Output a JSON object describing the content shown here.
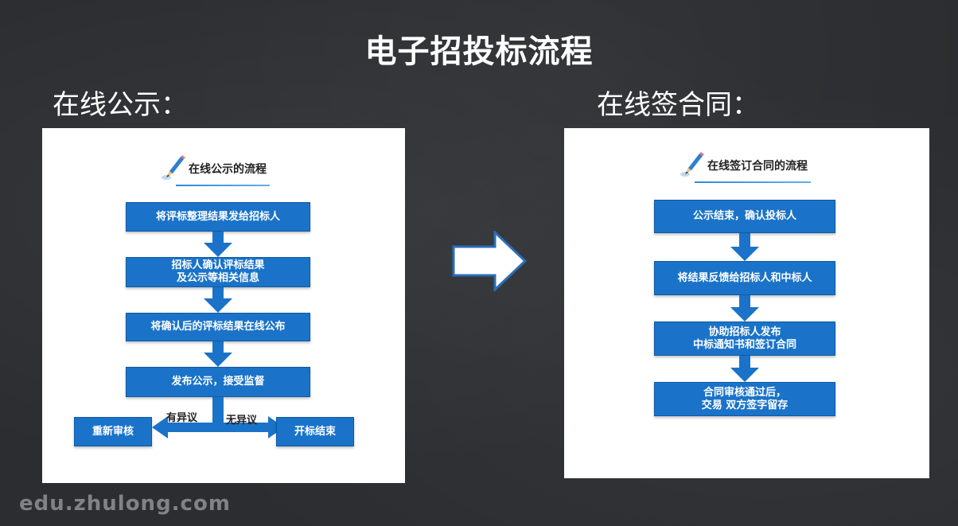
{
  "title": "电子招投标流程",
  "left_section": {
    "label": "在线公示：",
    "panel_heading": "在线公示的流程",
    "steps": [
      "将评标整理结果发给招标人",
      "招标人确认评标结果\n及公示等相关信息",
      "将确认后的评标结果在线公布",
      "发布公示，接受监督"
    ],
    "branches": {
      "left_label": "有异议",
      "left_result": "重新审核",
      "right_label": "无异议",
      "right_result": "开标结束"
    }
  },
  "right_section": {
    "label": "在线签合同：",
    "panel_heading": "在线签订合同的流程",
    "steps": [
      "公示结束，确认投标人",
      "将结果反馈给招标人和中标人",
      "协助招标人发布\n中标通知书和签订合同",
      "合同审核通过后，\n交易 双方签字留存"
    ]
  },
  "watermark": "edu.zhulong.com",
  "colors": {
    "background": "#2b2d30",
    "box_fill": "#1a73c8",
    "arrow_fill": "#1a73c8",
    "panel": "#ffffff",
    "title_text": "#ffffff"
  },
  "icons": {
    "panel_heading": "pencil-icon",
    "transition": "right-arrow-icon"
  }
}
